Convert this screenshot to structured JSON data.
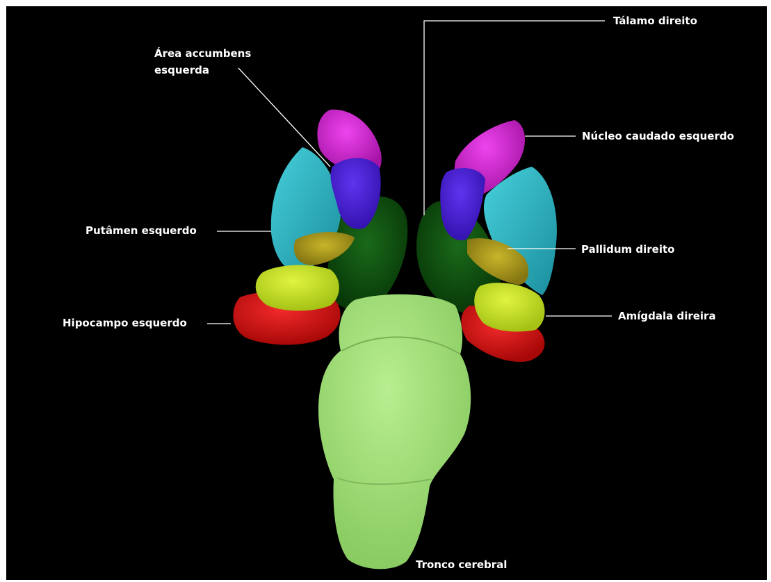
{
  "labels": {
    "talamo_direito": "Tálamo direito",
    "area_accumbens_l1": "Área accumbens",
    "area_accumbens_l2": "esquerda",
    "nucleo_caudado_esquerdo": "Núcleo caudado esquerdo",
    "putamen_esquerdo": "Putâmen esquerdo",
    "pallidum_direito": "Pallidum direito",
    "hipocampo_esquerdo": "Hipocampo esquerdo",
    "amigdala_direira": "Amígdala direira",
    "tronco_cerebral": "Tronco cerebral"
  },
  "colors": {
    "background": "#000000",
    "caudate": "#d21fd2",
    "accumbens": "#4b1fd6",
    "putamen": "#2ab8c8",
    "pallidum": "#b8a51c",
    "thalamus": "#0d4d0d",
    "amygdala": "#c8e623",
    "hippocampus": "#d51010",
    "brainstem": "#a3e27a"
  }
}
